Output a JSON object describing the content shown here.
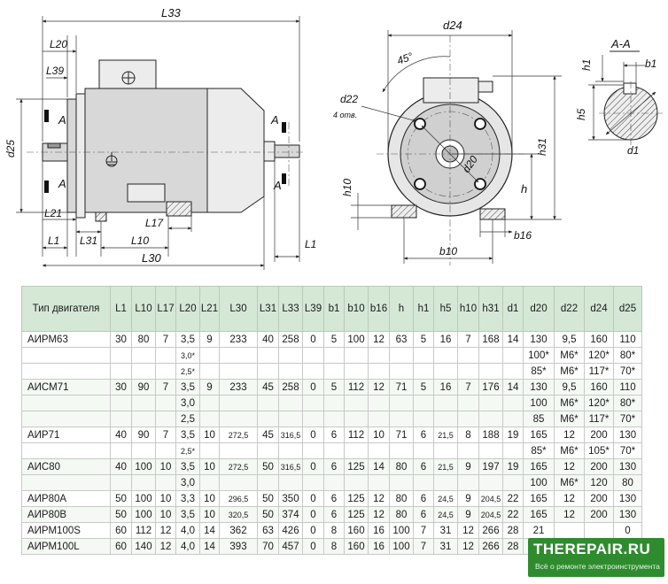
{
  "drawing": {
    "labels": {
      "L33": "L33",
      "L20": "L20",
      "L39": "L39",
      "d25": "d25",
      "A_upper": "A",
      "A_lower": "A",
      "A_right_upper": "A",
      "A_right_lower": "A",
      "L21": "L21",
      "L1_left": "L1",
      "L31": "L31",
      "L10": "L10",
      "L17": "L17",
      "L30": "L30",
      "L1_right": "L1",
      "d24": "d24",
      "angle": "45°",
      "d22": "d22",
      "holes": "4 отв.",
      "d20": "d20",
      "h31": "h31",
      "h": "h",
      "h10": "h10",
      "b10": "b10",
      "b16": "b16",
      "section": "A-A",
      "h1": "h1",
      "b1": "b1",
      "h5": "h5",
      "d1": "d1"
    }
  },
  "table": {
    "headers": [
      "Тип двигателя",
      "L1",
      "L10",
      "L17",
      "L20",
      "L21",
      "L30",
      "L31",
      "L33",
      "L39",
      "b1",
      "b10",
      "b16",
      "h",
      "h1",
      "h5",
      "h10",
      "h31",
      "d1",
      "d20",
      "d22",
      "d24",
      "d25"
    ],
    "rows": [
      {
        "g": "a",
        "c": [
          "АИРМ63",
          "30",
          "80",
          "7",
          "3,5",
          "9",
          "233",
          "40",
          "258",
          "0",
          "5",
          "100",
          "12",
          "63",
          "5",
          "16",
          "7",
          "168",
          "14",
          "130",
          "9,5",
          "160",
          "110"
        ]
      },
      {
        "g": "a",
        "c": [
          "",
          "",
          "",
          "",
          "3,0*",
          "",
          "",
          "",
          "",
          "",
          "",
          "",
          "",
          "",
          "",
          "",
          "",
          "",
          "",
          "100*",
          "M6*",
          "120*",
          "80*"
        ]
      },
      {
        "g": "a",
        "c": [
          "",
          "",
          "",
          "",
          "2,5*",
          "",
          "",
          "",
          "",
          "",
          "",
          "",
          "",
          "",
          "",
          "",
          "",
          "",
          "",
          "85*",
          "M6*",
          "117*",
          "70*"
        ]
      },
      {
        "g": "b",
        "c": [
          "АИСМ71",
          "30",
          "90",
          "7",
          "3,5",
          "9",
          "233",
          "45",
          "258",
          "0",
          "5",
          "112",
          "12",
          "71",
          "5",
          "16",
          "7",
          "176",
          "14",
          "130",
          "9,5",
          "160",
          "110"
        ]
      },
      {
        "g": "b",
        "c": [
          "",
          "",
          "",
          "",
          "3,0",
          "",
          "",
          "",
          "",
          "",
          "",
          "",
          "",
          "",
          "",
          "",
          "",
          "",
          "",
          "100",
          "M6*",
          "120*",
          "80*"
        ]
      },
      {
        "g": "b",
        "c": [
          "",
          "",
          "",
          "",
          "2,5",
          "",
          "",
          "",
          "",
          "",
          "",
          "",
          "",
          "",
          "",
          "",
          "",
          "",
          "",
          "85",
          "M6*",
          "117*",
          "70*"
        ]
      },
      {
        "g": "a",
        "c": [
          "АИР71",
          "40",
          "90",
          "7",
          "3,5",
          "10",
          "272,5",
          "45",
          "316,5",
          "0",
          "6",
          "112",
          "10",
          "71",
          "6",
          "21,5",
          "8",
          "188",
          "19",
          "165",
          "12",
          "200",
          "130"
        ]
      },
      {
        "g": "a",
        "c": [
          "",
          "",
          "",
          "",
          "2,5*",
          "",
          "",
          "",
          "",
          "",
          "",
          "",
          "",
          "",
          "",
          "",
          "",
          "",
          "",
          "85*",
          "M6*",
          "105*",
          "70*"
        ]
      },
      {
        "g": "b",
        "c": [
          "АИС80",
          "40",
          "100",
          "10",
          "3,5",
          "10",
          "272,5",
          "50",
          "316,5",
          "0",
          "6",
          "125",
          "14",
          "80",
          "6",
          "21,5",
          "9",
          "197",
          "19",
          "165",
          "12",
          "200",
          "130"
        ]
      },
      {
        "g": "b",
        "c": [
          "",
          "",
          "",
          "",
          "3,0",
          "",
          "",
          "",
          "",
          "",
          "",
          "",
          "",
          "",
          "",
          "",
          "",
          "",
          "",
          "100",
          "M6*",
          "120",
          "80"
        ]
      },
      {
        "g": "a",
        "c": [
          "АИР80А",
          "50",
          "100",
          "10",
          "3,3",
          "10",
          "296,5",
          "50",
          "350",
          "0",
          "6",
          "125",
          "12",
          "80",
          "6",
          "24,5",
          "9",
          "204,5",
          "22",
          "165",
          "12",
          "200",
          "130"
        ]
      },
      {
        "g": "b",
        "c": [
          "АИР80В",
          "50",
          "100",
          "10",
          "3,5",
          "10",
          "320,5",
          "50",
          "374",
          "0",
          "6",
          "125",
          "12",
          "80",
          "6",
          "24,5",
          "9",
          "204,5",
          "22",
          "165",
          "12",
          "200",
          "130"
        ]
      },
      {
        "g": "a",
        "c": [
          "АИРМ100S",
          "60",
          "112",
          "12",
          "4,0",
          "14",
          "362",
          "63",
          "426",
          "0",
          "8",
          "160",
          "16",
          "100",
          "7",
          "31",
          "12",
          "266",
          "28",
          "21",
          "",
          "",
          "0"
        ]
      },
      {
        "g": "b",
        "c": [
          "АИРМ100L",
          "60",
          "140",
          "12",
          "4,0",
          "14",
          "393",
          "70",
          "457",
          "0",
          "8",
          "160",
          "16",
          "100",
          "7",
          "31",
          "12",
          "266",
          "28",
          "21",
          "",
          "",
          "0"
        ]
      }
    ]
  },
  "watermark": {
    "title": "THEREPAIR.RU",
    "subtitle": "Всё о ремонте электроинструмента"
  }
}
